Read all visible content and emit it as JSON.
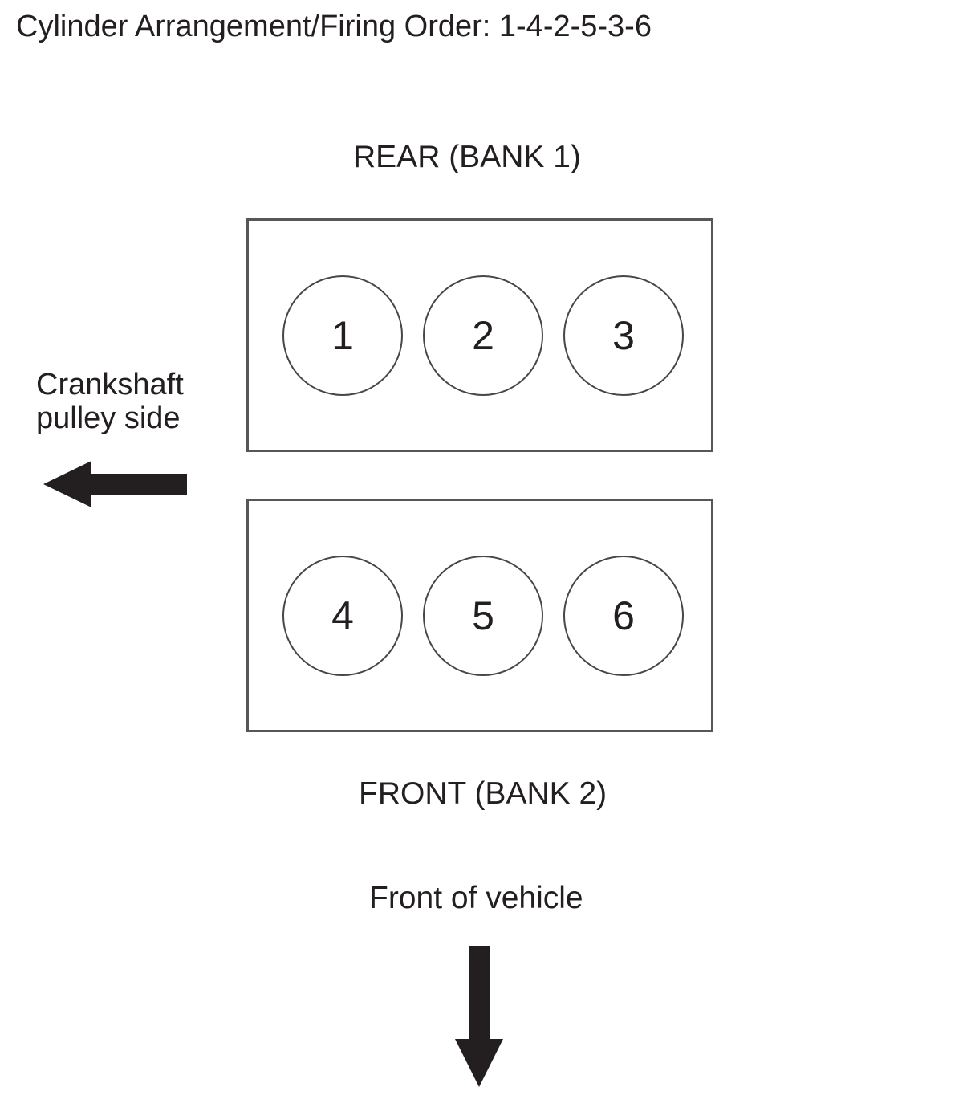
{
  "title": "Cylinder Arrangement/Firing Order: 1-4-2-5-3-6",
  "banks": {
    "rear": {
      "label": "REAR (BANK 1)",
      "cylinders": [
        "1",
        "2",
        "3"
      ]
    },
    "front": {
      "label": "FRONT (BANK 2)",
      "cylinders": [
        "4",
        "5",
        "6"
      ]
    }
  },
  "crankshaft": {
    "line1": "Crankshaft",
    "line2": "pulley side"
  },
  "front_of_vehicle": "Front of vehicle",
  "icons": {
    "left_arrow": "arrow-left-icon",
    "down_arrow": "arrow-down-icon"
  },
  "colors": {
    "ink": "#231f20",
    "outline": "#5a5556"
  }
}
